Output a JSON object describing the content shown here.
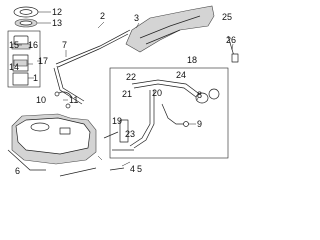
{
  "diagram": {
    "callouts": [
      "12",
      "13",
      "15",
      "16",
      "17",
      "14",
      "1",
      "10",
      "11",
      "2",
      "7",
      "3",
      "4",
      "5",
      "6",
      "18",
      "22",
      "20",
      "24",
      "21",
      "19",
      "23",
      "8",
      "9",
      "25",
      "26"
    ]
  }
}
